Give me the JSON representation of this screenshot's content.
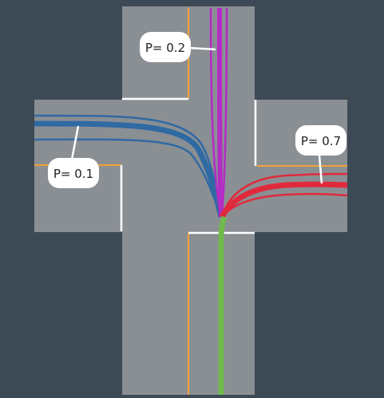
{
  "colors": {
    "background": "#3d4a55",
    "road": "#8a8f94",
    "lane_line": "#f0a235",
    "stop_line": "#ffffff",
    "label_bg": "#ffffff",
    "label_text": "#222222"
  },
  "trajectories": [
    {
      "id": "left",
      "label": "P= 0.1",
      "probability": 0.1,
      "color": "#2f6aa3"
    },
    {
      "id": "straight",
      "label": "P= 0.2",
      "probability": 0.2,
      "color": "#b32cc4"
    },
    {
      "id": "right",
      "label": "P= 0.7",
      "probability": 0.7,
      "color": "#e02a3c"
    }
  ],
  "history": {
    "color": "#6fba4a"
  }
}
